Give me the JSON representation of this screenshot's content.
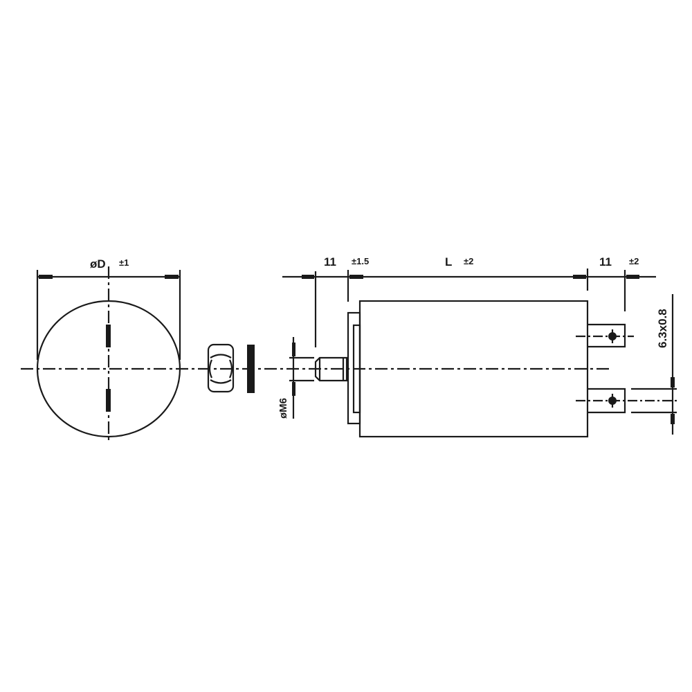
{
  "drawing": {
    "end_view": {
      "diameter_label": "øD",
      "diameter_tolerance": "±1"
    },
    "thread_label": "øM6",
    "dimensions": {
      "stud_length": "11",
      "stud_tolerance": "±1.5",
      "body_length": "L",
      "body_tolerance": "±2",
      "terminal_length": "11",
      "terminal_tolerance": "±2",
      "terminal_size": "6.3x0.8"
    },
    "line_color": "#1a1a1a"
  }
}
